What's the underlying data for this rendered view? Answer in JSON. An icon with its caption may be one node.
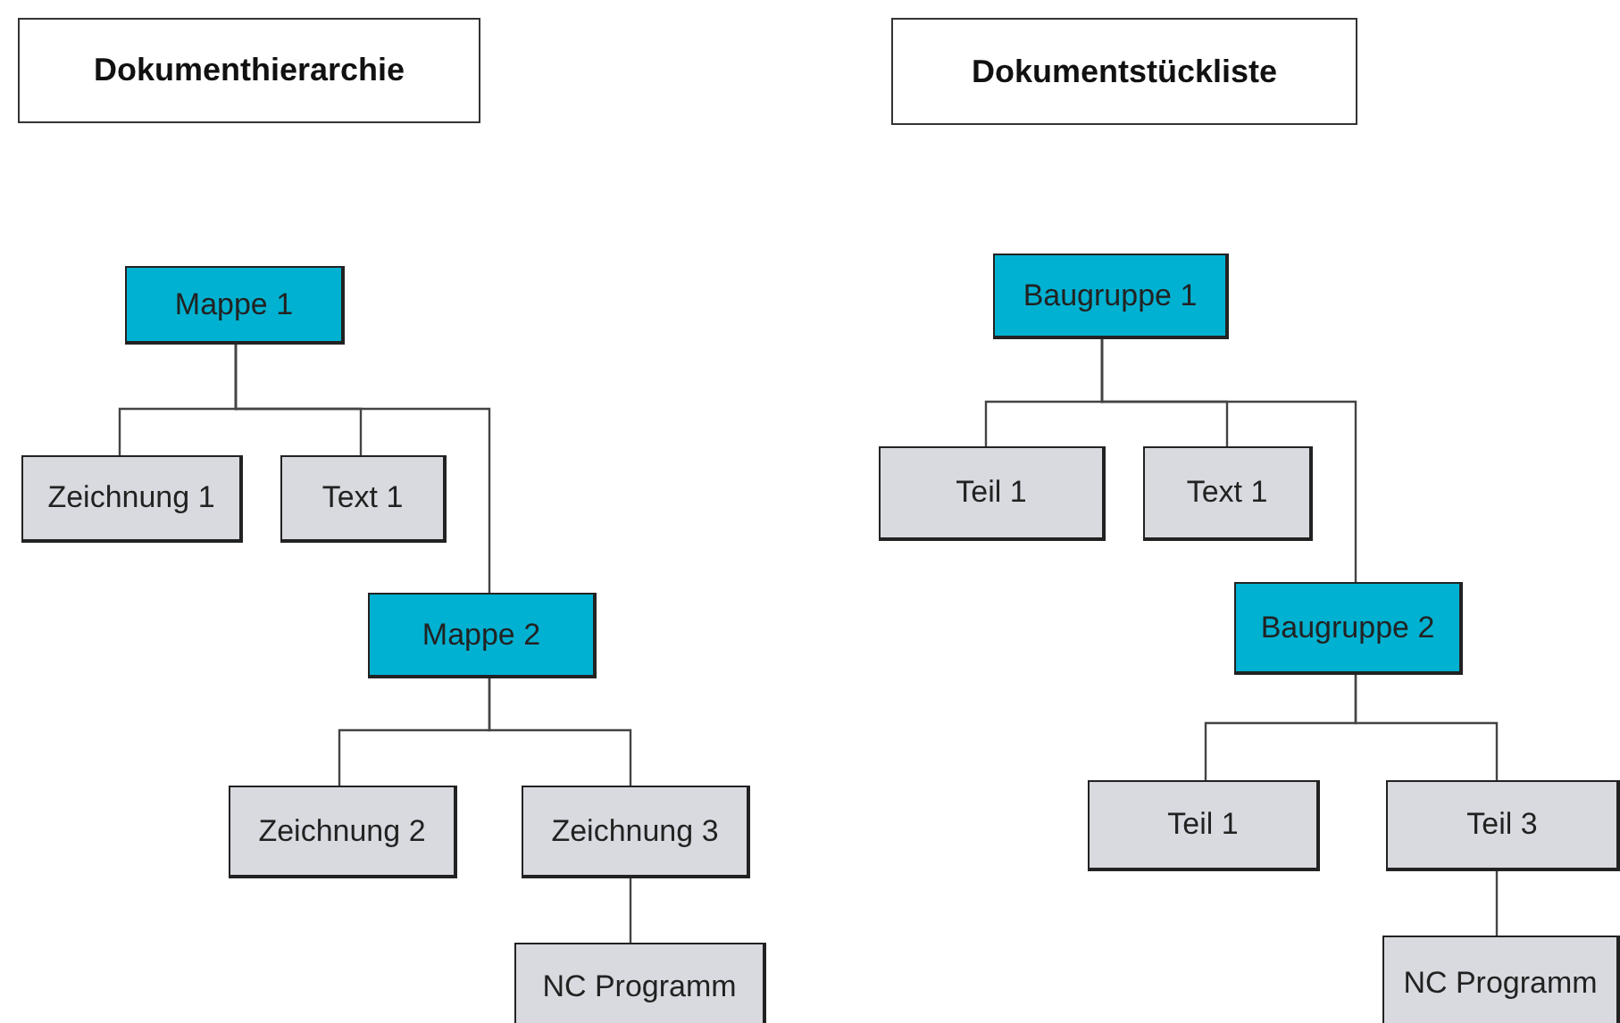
{
  "diagram": {
    "nodes": [
      {
        "text": [
          "Dokumenthierarchie"
        ]
      },
      {
        "text": [
          "Dokumentstückliste"
        ]
      },
      {
        "text": [
          "Mappe 1"
        ]
      },
      {
        "text": [
          "Zeichnung 1"
        ]
      },
      {
        "text": [
          "Text 1"
        ]
      },
      {
        "text": [
          "Mappe 2"
        ]
      },
      {
        "text": [
          "Zeichnung 2"
        ]
      },
      {
        "text": [
          "Zeichnung 3"
        ]
      },
      {
        "text": [
          "NC Programm"
        ]
      },
      {
        "text": [
          "Baugruppe 1"
        ]
      },
      {
        "text": [
          "Teil 1"
        ]
      },
      {
        "text": [
          "Text 1"
        ]
      },
      {
        "text": [
          "Baugruppe 2"
        ]
      },
      {
        "text": [
          "Teil 1"
        ]
      },
      {
        "text": [
          "Teil 3"
        ]
      },
      {
        "text": [
          "NC Programm"
        ]
      }
    ],
    "edges": [
      {
        "from": 2,
        "to": 3,
        "arrow": "none"
      },
      {
        "from": 2,
        "to": 4,
        "arrow": "none"
      },
      {
        "from": 2,
        "to": 5,
        "arrow": "none"
      },
      {
        "from": 5,
        "to": 6,
        "arrow": "none"
      },
      {
        "from": 5,
        "to": 7,
        "arrow": "none"
      },
      {
        "from": 7,
        "to": 8,
        "arrow": "none"
      },
      {
        "from": 9,
        "to": 10,
        "arrow": "none"
      },
      {
        "from": 9,
        "to": 11,
        "arrow": "none"
      },
      {
        "from": 9,
        "to": 12,
        "arrow": "none"
      },
      {
        "from": 12,
        "to": 13,
        "arrow": "none"
      },
      {
        "from": 12,
        "to": 14,
        "arrow": "none"
      },
      {
        "from": 14,
        "to": 15,
        "arrow": "none"
      }
    ]
  }
}
